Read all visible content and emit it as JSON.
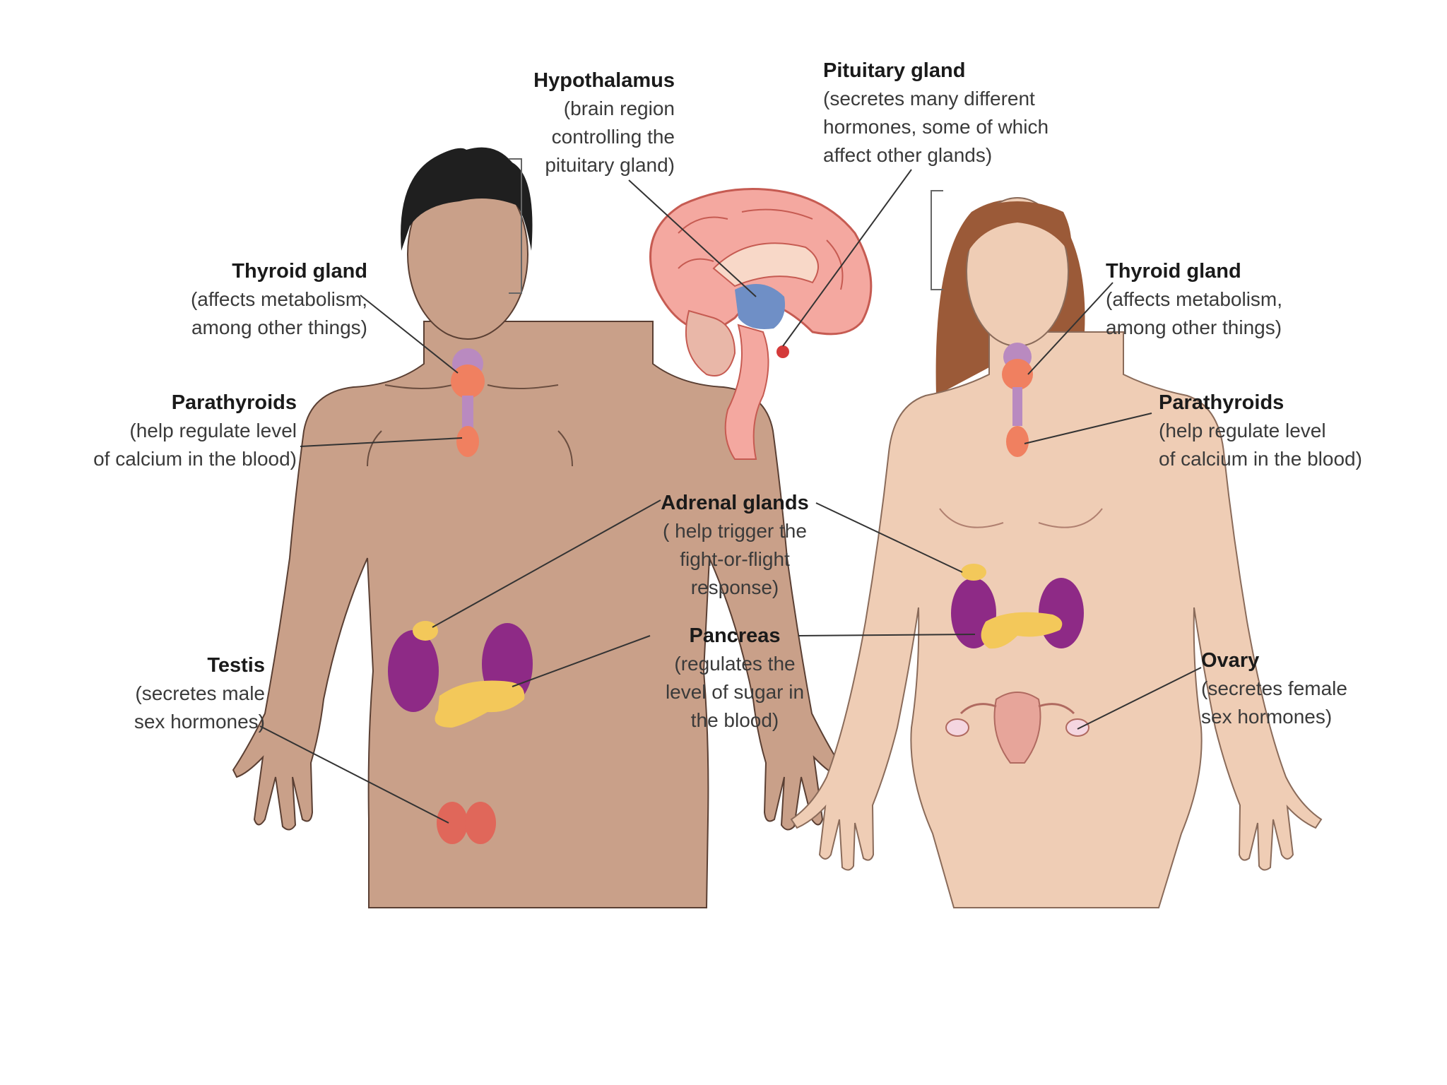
{
  "labels": {
    "hypothalamus": {
      "title": "Hypothalamus",
      "desc": "(brain region\ncontrolling the\npituitary gland)"
    },
    "pituitary": {
      "title": "Pituitary gland",
      "desc": "(secretes many different\nhormones, some of which\naffect other glands)"
    },
    "thyroid_left": {
      "title": "Thyroid gland",
      "desc": "(affects metabolism,\namong other things)"
    },
    "thyroid_right": {
      "title": "Thyroid gland",
      "desc": "(affects metabolism,\namong other things)"
    },
    "parathyroids_left": {
      "title": "Parathyroids",
      "desc": "(help regulate level\nof calcium in the blood)"
    },
    "parathyroids_right": {
      "title": "Parathyroids",
      "desc": "(help regulate level\nof calcium in the blood)"
    },
    "adrenal": {
      "title": "Adrenal glands",
      "desc": "( help trigger the\nfight-or-flight\nresponse)"
    },
    "pancreas": {
      "title": "Pancreas",
      "desc": "(regulates the\nlevel of sugar in\nthe blood)"
    },
    "testis": {
      "title": "Testis",
      "desc": "(secretes male\nsex hormones)"
    },
    "ovary": {
      "title": "Ovary",
      "desc": "(secretes female\nsex hormones)"
    }
  },
  "colors": {
    "male_skin": "#c9a089",
    "female_skin": "#efcdb5",
    "hair_male": "#1f1f1f",
    "hair_female": "#9b5a38",
    "thyroid": "#f08060",
    "kidney": "#8e2a86",
    "pancreas": "#f3c85a",
    "brain": "#f4a8a0",
    "hypothalamus": "#6f8fc6",
    "leader_line": "#333333"
  }
}
